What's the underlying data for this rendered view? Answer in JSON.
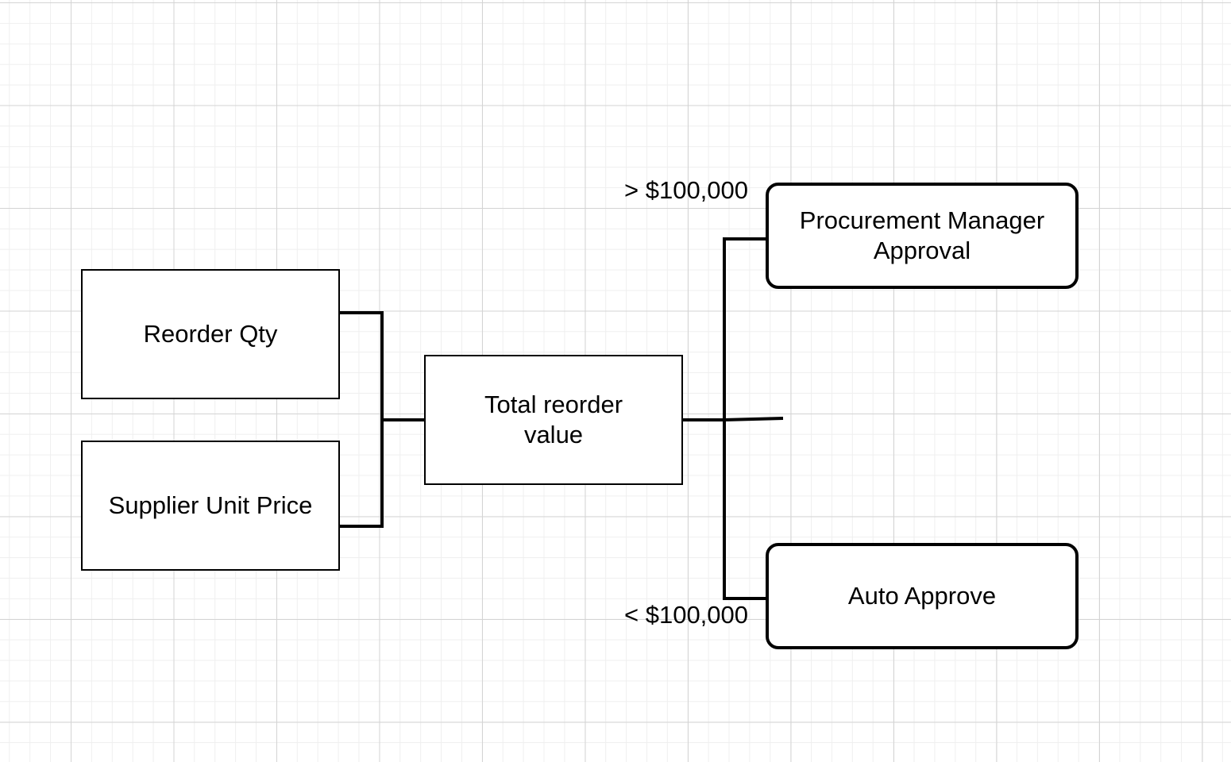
{
  "diagram": {
    "nodes": {
      "reorder_qty": "Reorder Qty",
      "supplier_unit_price": "Supplier Unit Price",
      "total_reorder_value": "Total reorder\nvalue",
      "procurement_manager_approval": "Procurement Manager\nApproval",
      "auto_approve": "Auto Approve"
    },
    "edge_labels": {
      "above_threshold": "> $100,000",
      "below_threshold": "< $100,000"
    }
  },
  "colors": {
    "stroke": "#000000",
    "grid_major": "#d4d4d4",
    "grid_minor": "#efefef",
    "background": "#ffffff"
  }
}
